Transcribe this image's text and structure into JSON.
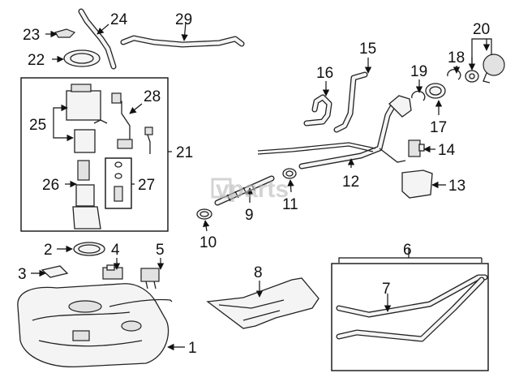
{
  "watermark": "vparts",
  "callouts": [
    "1",
    "2",
    "3",
    "4",
    "5",
    "6",
    "7",
    "8",
    "9",
    "10",
    "11",
    "12",
    "13",
    "14",
    "15",
    "16",
    "17",
    "18",
    "19",
    "20",
    "21",
    "22",
    "23",
    "24",
    "25",
    "26",
    "27",
    "28",
    "29"
  ],
  "colors": {
    "ink": "#111111",
    "fill": "#f4f4f4",
    "shade": "#e2e2e2",
    "background": "#ffffff"
  }
}
